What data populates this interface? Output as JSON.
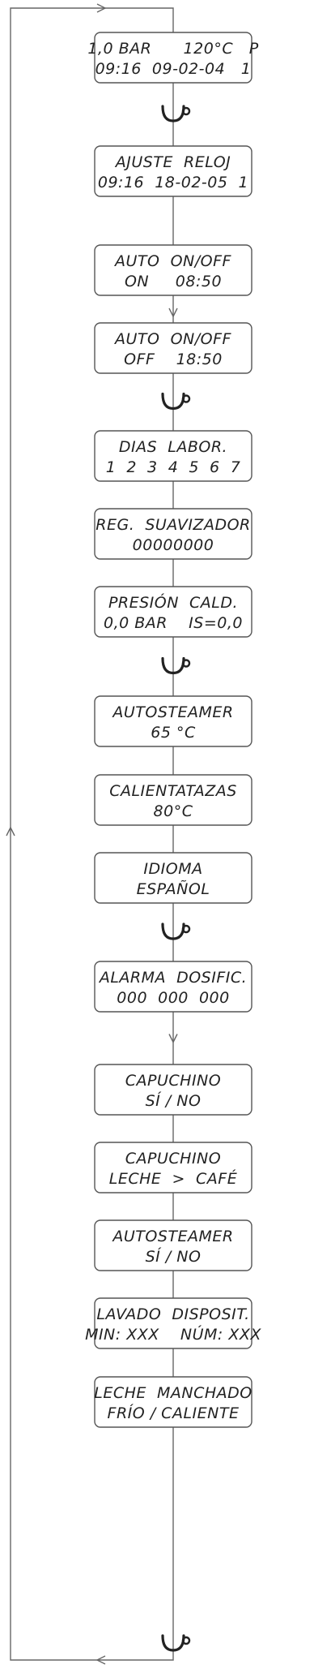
{
  "screens": [
    {
      "line1": "1,0 BAR      120°C   P",
      "line2": "09:16  09-02-04   1"
    },
    {
      "line1": "AJUSTE  RELOJ",
      "line2": "09:16  18-02-05  1"
    },
    {
      "line1": "AUTO  ON/OFF",
      "line2": "ON     08:50"
    },
    {
      "line1": "AUTO  ON/OFF",
      "line2": "OFF    18:50"
    },
    {
      "line1": "DIAS  LABOR.",
      "line2": "1  2  3  4  5  6  7"
    },
    {
      "line1": "REG.  SUAVIZADOR",
      "line2": "00000000"
    },
    {
      "line1": "PRESIÓN  CALD.",
      "line2": "0,0 BAR    IS=0,0"
    },
    {
      "line1": "AUTOSTEAMER",
      "line2": "65 °C"
    },
    {
      "line1": "CALIENTATAZAS",
      "line2": "80°C"
    },
    {
      "line1": "IDIOMA",
      "line2": "ESPAÑOL"
    },
    {
      "line1": "ALARMA  DOSIFIC.",
      "line2": "000  000  000"
    },
    {
      "line1": "CAPUCHINO",
      "line2": "SÍ / NO"
    },
    {
      "line1": "CAPUCHINO",
      "line2": "LECHE  >  CAFÉ"
    },
    {
      "line1": "AUTOSTEAMER",
      "line2": "SÍ / NO"
    },
    {
      "line1": "LAVADO  DISPOSIT.",
      "line2": "MIN: XXX    NÚM: XXX"
    },
    {
      "line1": "LECHE  MANCHADO",
      "line2": "FRÍO / CALIENTE"
    }
  ],
  "connectors": [
    "cup",
    "line",
    "line",
    "cup",
    "line",
    "line",
    "cup",
    "line",
    "line",
    "cup",
    "arrow",
    "line",
    "line",
    "line",
    "line",
    "cup"
  ],
  "icons": {
    "cup": "coffee-cup-icon",
    "down": "down-arrow-icon",
    "loop": "loop-arrow-icon"
  },
  "colors": {
    "stroke": "#555555",
    "text": "#222222"
  }
}
